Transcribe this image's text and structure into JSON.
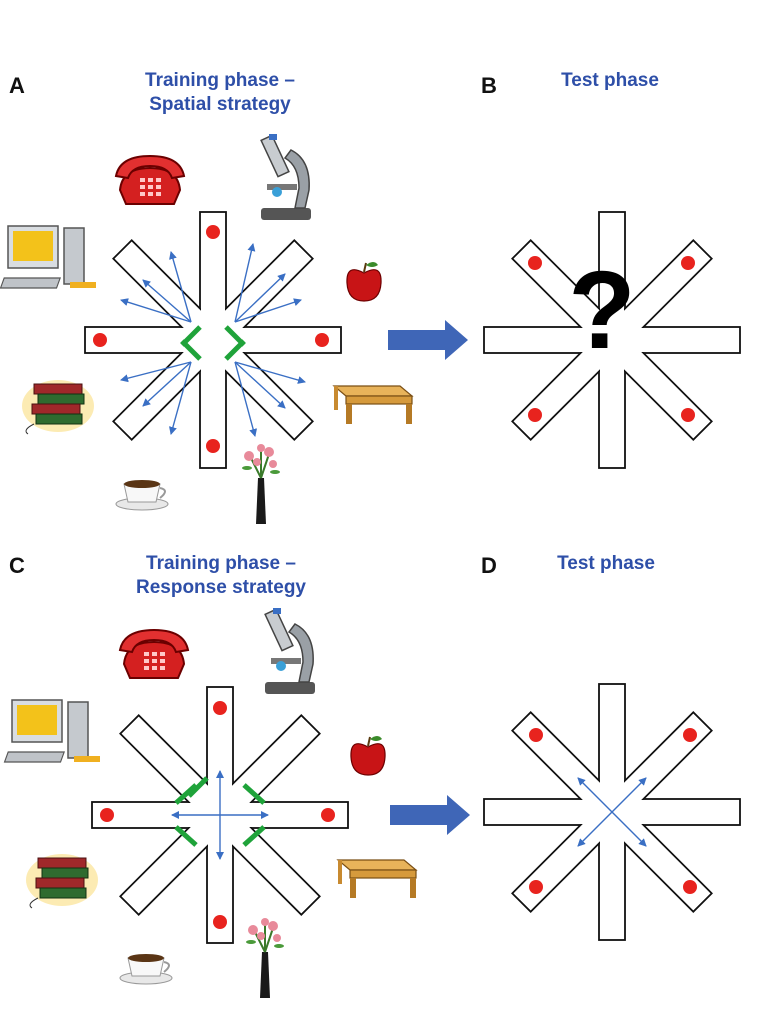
{
  "panels": {
    "a": {
      "letter": "A",
      "title_line1": "Training phase –",
      "title_line2": "Spatial strategy"
    },
    "b": {
      "letter": "B",
      "title": "Test phase",
      "question_mark": "?"
    },
    "c": {
      "letter": "C",
      "title_line1": "Training phase –",
      "title_line2": "Response strategy"
    },
    "d": {
      "letter": "D",
      "title": "Test phase"
    }
  },
  "cues": [
    "telephone",
    "microscope",
    "computer",
    "apple",
    "books",
    "desk",
    "coffee-cup",
    "flower-vase"
  ],
  "colors": {
    "title": "#2e4fa8",
    "arrow": "#3a6fc4",
    "big_arrow": "#3f66b7",
    "reward": "#e8231e",
    "door": "#1fa33a",
    "arm_outline": "#111111"
  }
}
